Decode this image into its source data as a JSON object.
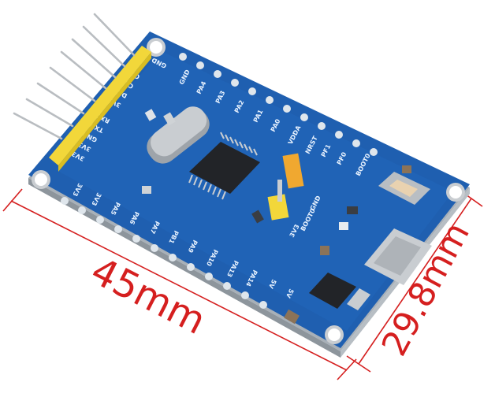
{
  "product": {
    "description": "Blue STM32 minimum system development board with pin headers, crystal, jumper, reset button and micro USB",
    "colors": {
      "pcb_blue": "#1f5fb0",
      "pcb_dark": "#174a8c",
      "silkscreen": "#eaf3ff",
      "header_yellow": "#f2d73a",
      "jumper_orange": "#f0a830",
      "dimension_red": "#d51f1f",
      "chip_black": "#222428",
      "metal": "#c9cdd1"
    }
  },
  "dimensions": {
    "length_label": "45mm",
    "width_label": "29.8mm"
  },
  "labels": {
    "debug_header": [
      "GND",
      "CLK",
      "DIO",
      "3V3"
    ],
    "serial_header": [
      "RXD",
      "TXD",
      "GND",
      "3V3",
      "3V3"
    ],
    "top_row_outer": "GND",
    "top_row": [
      "GND",
      "PA4",
      "PA3",
      "PA2",
      "PA1",
      "PA0",
      "VDDA",
      "NRST",
      "PF1",
      "PF0",
      "BOOT0"
    ],
    "bottom_row": [
      "3V3",
      "3V3",
      "PA5",
      "PA6",
      "PA7",
      "PB1",
      "PA9",
      "PA10",
      "PA13",
      "PA14",
      "5V",
      "5V"
    ],
    "jumper_block": [
      "GND",
      "BOOT0",
      "3V3"
    ]
  }
}
